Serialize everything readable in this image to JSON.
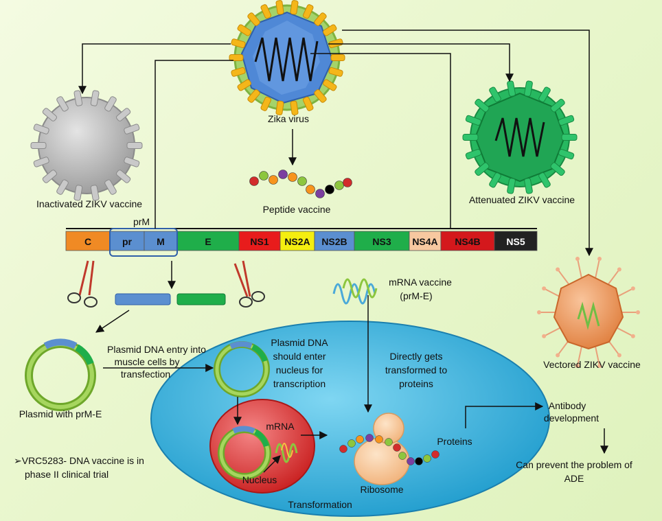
{
  "labels": {
    "zika_virus": "Zika virus",
    "inactivated": "Inactivated ZIKV vaccine",
    "attenuated": "Attenuated ZIKV vaccine",
    "peptide": "Peptide vaccine",
    "prm_top": "prM",
    "mrna_vaccine_1": "mRNA vaccine",
    "mrna_vaccine_2": "(prM-E)",
    "vectored": "Vectored ZIKV vaccine",
    "plasmid_entry_1": "Plasmid DNA entry into",
    "plasmid_entry_2": "muscle cells by",
    "plasmid_entry_3": "transfection",
    "plasmid_with": "Plasmid with prM-E",
    "nucleus_enter_1": "Plasmid DNA",
    "nucleus_enter_2": "should enter",
    "nucleus_enter_3": "nucleus for",
    "nucleus_enter_4": "transcription",
    "direct_1": "Directly gets",
    "direct_2": "transformed to",
    "direct_3": "proteins",
    "mrna": "mRNA",
    "nucleus": "Nucleus",
    "ribosome": "Ribosome",
    "proteins": "Proteins",
    "transformation": "Transformation",
    "antibody_1": "Antibody",
    "antibody_2": "development",
    "ade_1": "Can prevent the problem of",
    "ade_2": "ADE",
    "vrc_1": "➢VRC5283- DNA vaccine is in",
    "vrc_2": "phase II clinical trial"
  },
  "genome": [
    {
      "label": "C",
      "color": "#f08a24",
      "text": "#111"
    },
    {
      "label": "pr",
      "color": "#5b8fd0",
      "text": "#111"
    },
    {
      "label": "M",
      "color": "#5b8fd0",
      "text": "#111"
    },
    {
      "label": "E",
      "color": "#1fae4a",
      "text": "#111"
    },
    {
      "label": "NS1",
      "color": "#e81c1c",
      "text": "#111"
    },
    {
      "label": "NS2A",
      "color": "#f4ee10",
      "text": "#111"
    },
    {
      "label": "NS2B",
      "color": "#5b8fd0",
      "text": "#111"
    },
    {
      "label": "NS3",
      "color": "#1fae4a",
      "text": "#111"
    },
    {
      "label": "NS4A",
      "color": "#f7c8a0",
      "text": "#111"
    },
    {
      "label": "NS4B",
      "color": "#d4181c",
      "text": "#111"
    },
    {
      "label": "NS5",
      "color": "#222222",
      "text": "#ffffff"
    }
  ],
  "colors": {
    "cell": "#3ab6e2",
    "nucleus": "#e63a3a",
    "plasmid": "#8cc63e",
    "ribosome": "#f9cfa2",
    "virus_core": "#4f88d6",
    "attenuated": "#21b25a",
    "inactivated": "#b8b8b8",
    "vector": "#f2a26b"
  },
  "beads": [
    "#d22c2c",
    "#8dc63f",
    "#f7941d",
    "#7b3fa0",
    "#f7941d",
    "#8dc63f",
    "#d22c2c",
    "#000000",
    "#8dc63f",
    "#d22c2c"
  ]
}
